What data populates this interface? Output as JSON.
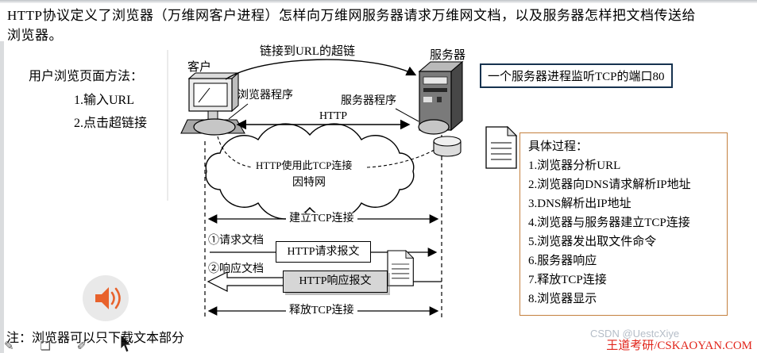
{
  "colors": {
    "brand_red": "#e1251b",
    "process_box_border": "#c4803e",
    "port_box_border": "#16324f",
    "speaker_orange": "#e8622c"
  },
  "intro": {
    "line1": "HTTP协议定义了浏览器（万维网客户进程）怎样向万维网服务器请求万维网文档，以及服务器怎样把文档传送给",
    "line2": "浏览器。"
  },
  "left_panel": {
    "title": "用户浏览页面方法：",
    "items": [
      "1.输入URL",
      "2.点击超链接"
    ]
  },
  "diagram": {
    "client_label": "客户",
    "server_label": "服务器",
    "hyperlink_label": "链接到URL的超链",
    "browser_program_label": "浏览器程序",
    "server_program_label": "服务器程序",
    "http_label": "HTTP",
    "cloud_tcp_label": "HTTP使用此TCP连接",
    "cloud_name": "因特网",
    "establish_label": "建立TCP连接",
    "request_doc_label": "①请求文档",
    "request_msg_label": "HTTP请求报文",
    "response_doc_label": "②响应文档",
    "response_msg_label": "HTTP响应报文",
    "release_label": "释放TCP连接"
  },
  "port_note": "一个服务器进程监听TCP的端口80",
  "process": {
    "title": "具体过程：",
    "steps": [
      "1.浏览器分析URL",
      "2.浏览器向DNS请求解析IP地址",
      "3.DNS解析出IP地址",
      "4.浏览器与服务器建立TCP连接",
      "5.浏览器发出取文件命令",
      "6.服务器响应",
      "7.释放TCP连接",
      "8.浏览器显示"
    ]
  },
  "footer": {
    "note": "注：浏览器可以只下载文本部分",
    "watermark": "CSDN @UestcXiye",
    "brand": "王道考研/CSKAOYAN.COM",
    "tool_icons": [
      "✎",
      "❏",
      "✐"
    ]
  }
}
